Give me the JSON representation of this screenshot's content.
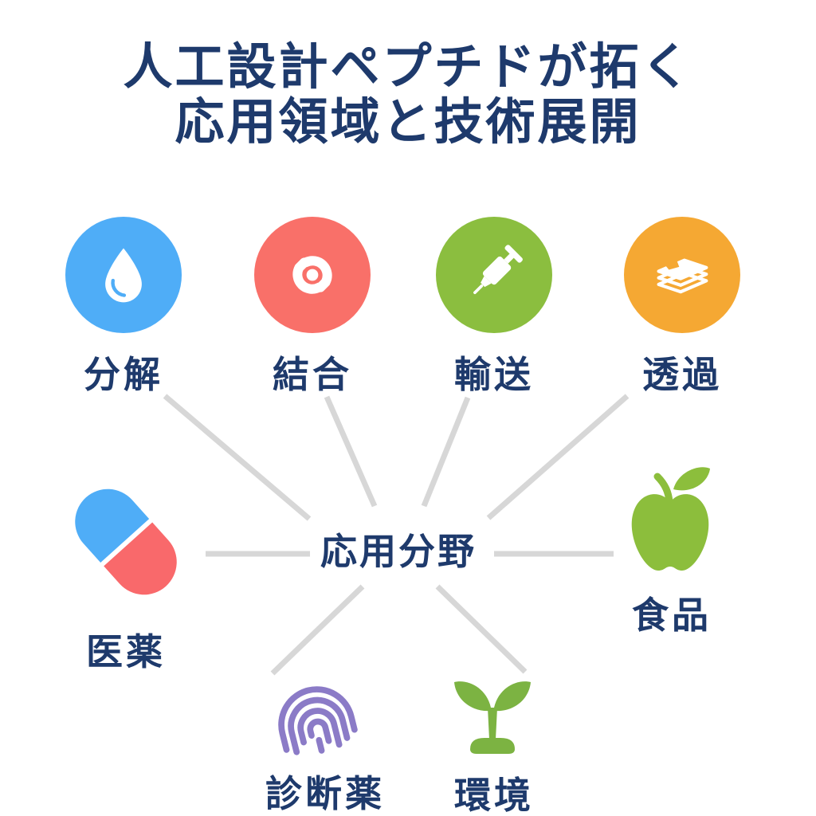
{
  "title": {
    "line1": "人工設計ペプチドが拓く",
    "line2": "応用領域と技術展開"
  },
  "hub": {
    "label": "応用分野"
  },
  "functions": [
    {
      "label": "分解",
      "icon": "water-droplet-icon",
      "circle_color": "#4FADF7"
    },
    {
      "label": "結合",
      "icon": "chain-link-icon",
      "circle_color": "#F97069"
    },
    {
      "label": "輸送",
      "icon": "syringe-icon",
      "circle_color": "#8BBE3F"
    },
    {
      "label": "透過",
      "icon": "layers-icon",
      "circle_color": "#F5A833"
    }
  ],
  "applications": [
    {
      "label": "医薬",
      "icon": "pill-capsule-icon"
    },
    {
      "label": "食品",
      "icon": "apple-icon"
    },
    {
      "label": "診断薬",
      "icon": "fingerprint-icon"
    },
    {
      "label": "環境",
      "icon": "sprout-icon"
    }
  ],
  "colors": {
    "heading_navy": "#1E3A6C",
    "droplet_blue": "#4FADF7",
    "link_red": "#F97069",
    "syringe_green": "#8BBE3F",
    "layers_orange": "#F5A833",
    "pill_blue": "#4FADF7",
    "pill_red": "#F9696B",
    "apple_green": "#8CBE3C",
    "fingerprint_purple": "#8B7BC7",
    "sprout_green": "#7CB342",
    "connector_gray": "#D7D7D7",
    "icon_glyph_white": "#FFFFFF",
    "background": "#FFFFFF"
  }
}
